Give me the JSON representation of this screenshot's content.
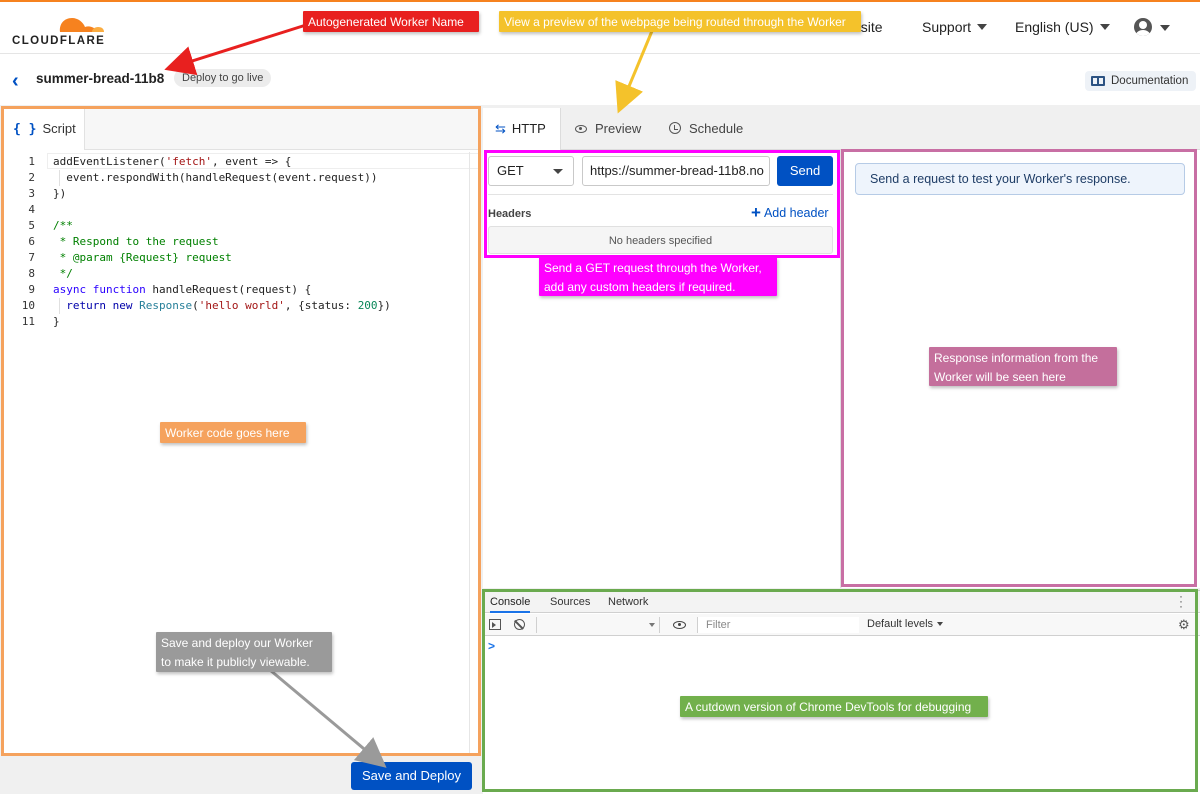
{
  "app": {
    "brand": "CLOUDFLARE",
    "nav": {
      "add_site": "Add site",
      "support": "Support",
      "language": "English (US)"
    }
  },
  "worker": {
    "name": "summer-bread-11b8",
    "status_pill": "Deploy to go live",
    "documentation": "Documentation"
  },
  "script_tab": {
    "label": "Script",
    "code": [
      {
        "n": "1",
        "text": "addEventListener('fetch', event => {"
      },
      {
        "n": "2",
        "text": "  event.respondWith(handleRequest(event.request))"
      },
      {
        "n": "3",
        "text": "})"
      },
      {
        "n": "4",
        "text": ""
      },
      {
        "n": "5",
        "text": "/**"
      },
      {
        "n": "6",
        "text": " * Respond to the request"
      },
      {
        "n": "7",
        "text": " * @param {Request} request"
      },
      {
        "n": "8",
        "text": " */"
      },
      {
        "n": "9",
        "text": "async function handleRequest(request) {"
      },
      {
        "n": "10",
        "text": "  return new Response('hello world', {status: 200})"
      },
      {
        "n": "11",
        "text": "}"
      }
    ]
  },
  "save_deploy": "Save and Deploy",
  "right_tabs": [
    "HTTP",
    "Preview",
    "Schedule"
  ],
  "http": {
    "method": "GET",
    "url": "https://summer-bread-11b8.no",
    "send": "Send",
    "headers_label": "Headers",
    "add_header": "Add header",
    "no_headers": "No headers specified"
  },
  "response": {
    "placeholder": "Send a request to test your Worker's response."
  },
  "devtools": {
    "tabs": [
      "Console",
      "Sources",
      "Network"
    ],
    "filter_placeholder": "Filter",
    "levels": "Default levels",
    "prompt": ">"
  },
  "annotations": {
    "worker_name": "Autogenerated Worker Name",
    "preview": "View a preview of the webpage being routed through the Worker",
    "send_get_line1": "Send a GET request through the Worker,",
    "send_get_line2": "add any custom headers if required.",
    "response_line1": "Response information from the",
    "response_line2": "Worker will be seen here",
    "worker_code": "Worker code goes here",
    "save_line1": "Save and deploy our Worker",
    "save_line2": "to make it publicly viewable.",
    "devtools": "A cutdown version of Chrome DevTools for debugging"
  },
  "colors": {
    "accent": "#0051c3",
    "brand_orange": "#f6821f",
    "ann_red": "#e8201f",
    "ann_yellow": "#f4c22b",
    "ann_magenta": "#ff00ff",
    "ann_purple": "#c46f9c",
    "ann_orange": "#f5a25d",
    "ann_grey": "#9a9a9a",
    "ann_green": "#72b04c"
  }
}
